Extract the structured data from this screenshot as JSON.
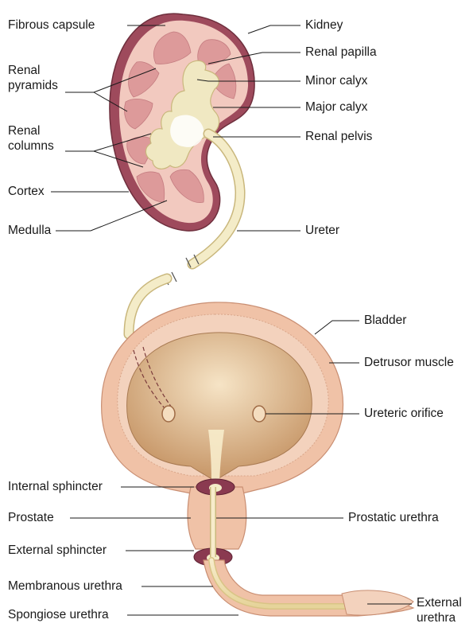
{
  "labels": {
    "fibrous_capsule": "Fibrous capsule",
    "renal_pyramids": "Renal pyramids",
    "renal_columns": "Renal columns",
    "cortex": "Cortex",
    "medulla": "Medulla",
    "kidney": "Kidney",
    "renal_papilla": "Renal papilla",
    "minor_calyx": "Minor calyx",
    "major_calyx": "Major calyx",
    "renal_pelvis": "Renal pelvis",
    "ureter": "Ureter",
    "bladder": "Bladder",
    "detrusor_muscle": "Detrusor muscle",
    "ureteric_orifice": "Ureteric orifice",
    "internal_sphincter": "Internal sphincter",
    "prostate": "Prostate",
    "prostatic_urethra": "Prostatic urethra",
    "external_sphincter": "External sphincter",
    "membranous_urethra": "Membranous urethra",
    "spongiose_urethra": "Spongiose urethra",
    "external_urethra": "External urethra"
  },
  "colors": {
    "kidney_capsule": "#9e4a5c",
    "cortex": "#f2c9bf",
    "pyramid": "#d98f8f",
    "pelvis": "#f0e8c2",
    "bladder_wall": "#f0c2a7",
    "bladder_lumen": "#d9b48a",
    "sphincter": "#8a3a50",
    "leader_line": "#1a1a1a"
  }
}
